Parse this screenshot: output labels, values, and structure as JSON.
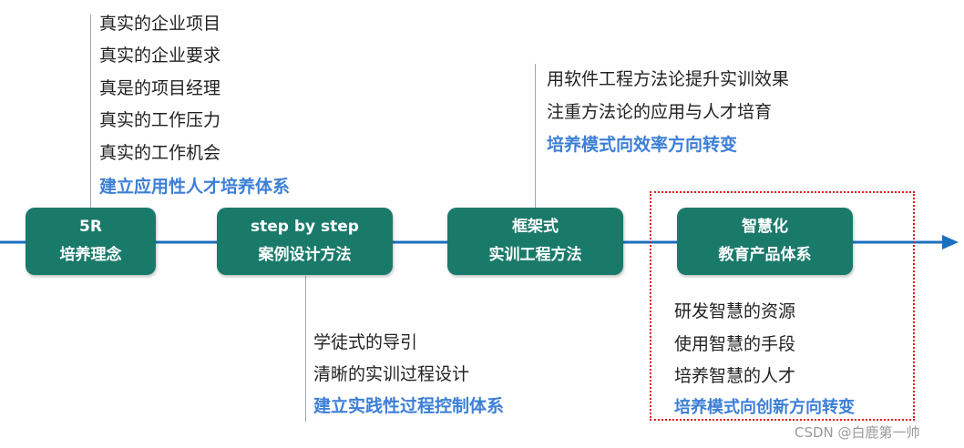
{
  "stages": [
    {
      "line1": "5R",
      "line2": "培养理念"
    },
    {
      "line1": "step by step",
      "line2": "案例设计方法"
    },
    {
      "line1": "框架式",
      "line2": "实训工程方法"
    },
    {
      "line1": "智慧化",
      "line2": "教育产品体系"
    }
  ],
  "notes": {
    "stage1": [
      "真实的企业项目",
      "真实的企业要求",
      "真是的项目经理",
      "真实的工作压力",
      "真实的工作机会"
    ],
    "stage1_highlight": "建立应用性人才培养体系",
    "stage2": [
      "学徒式的导引",
      "清晰的实训过程设计"
    ],
    "stage2_highlight": "建立实践性过程控制体系",
    "stage3": [
      "用软件工程方法论提升实训效果",
      "注重方法论的应用与人才培育"
    ],
    "stage3_highlight": "培养模式向效率方向转变",
    "stage4": [
      "研发智慧的资源",
      "使用智慧的手段",
      "培养智慧的人才"
    ],
    "stage4_highlight": "培养模式向创新方向转变"
  },
  "watermark": "CSDN @白鹿第一帅",
  "colors": {
    "box": "#1a7a6a",
    "timeline": "#1a6fc0",
    "highlight": "#3d7fd6",
    "dotted": "#e01919"
  }
}
